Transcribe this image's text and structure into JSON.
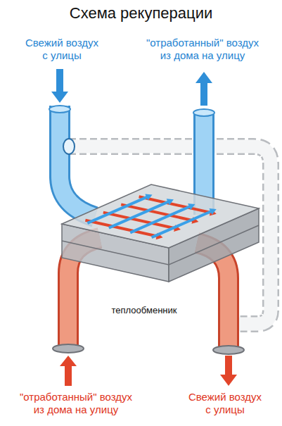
{
  "diagram": {
    "title": "Схема рекуперации",
    "labels": [
      "Свежий воздух с улицы",
      "\"отработанный\" воздух из дома на улицу",
      "теплообменник",
      "\"отработанный\" воздух из дома на улицу",
      "Свежий воздух с улицы"
    ]
  }
}
